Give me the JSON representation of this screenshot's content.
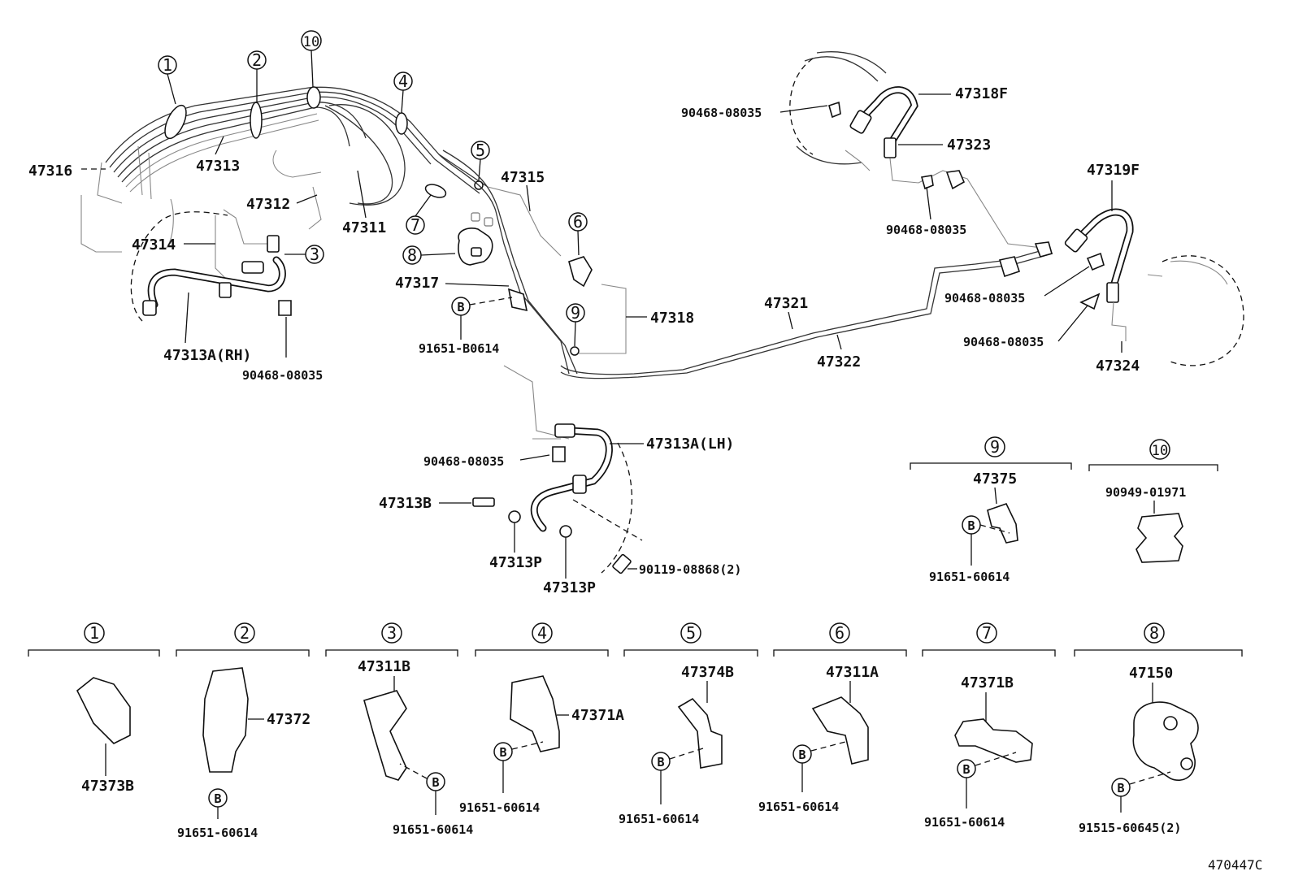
{
  "figure_code": "470447C",
  "callouts": {
    "c1": "1",
    "c2": "2",
    "c3": "3",
    "c4": "4",
    "c5": "5",
    "c6": "6",
    "c7": "7",
    "c8": "8",
    "c9": "9",
    "c10": "10"
  },
  "labels": {
    "p47316": "47316",
    "p47313": "47313",
    "p47312": "47312",
    "p47311": "47311",
    "p47314": "47314",
    "p47313A_RH": "47313A(RH)",
    "p90468_rh": "90468-08035",
    "p47315": "47315",
    "p47317": "47317",
    "p91651_B0614": "91651-B0614",
    "p47318": "47318",
    "p47321": "47321",
    "p47322": "47322",
    "p47318F": "47318F",
    "p47323": "47323",
    "p90468_top1": "90468-08035",
    "p90468_top2": "90468-08035",
    "p47319F": "47319F",
    "p90468_r1": "90468-08035",
    "p90468_r2": "90468-08035",
    "p47324": "47324",
    "p47313A_LH": "47313A(LH)",
    "p90468_lh": "90468-08035",
    "p47313B": "47313B",
    "p47313P_1": "47313P",
    "p47313P_2": "47313P",
    "p90119": "90119-08868(2)",
    "b_marker": "B"
  },
  "details": [
    {
      "id": "1",
      "parts": [
        "47373B"
      ]
    },
    {
      "id": "2",
      "parts": [
        "47372",
        "91651-60614"
      ]
    },
    {
      "id": "3",
      "parts": [
        "47311B",
        "91651-60614"
      ]
    },
    {
      "id": "4",
      "parts": [
        "47371A",
        "91651-60614"
      ]
    },
    {
      "id": "5",
      "parts": [
        "47374B",
        "91651-60614"
      ]
    },
    {
      "id": "6",
      "parts": [
        "47311A",
        "91651-60614"
      ]
    },
    {
      "id": "7",
      "parts": [
        "47371B",
        "91651-60614"
      ]
    },
    {
      "id": "8",
      "parts": [
        "47150",
        "91515-60645(2)"
      ]
    },
    {
      "id": "9",
      "parts": [
        "47375",
        "91651-60614"
      ]
    },
    {
      "id": "10",
      "parts": [
        "90949-01971"
      ]
    }
  ]
}
